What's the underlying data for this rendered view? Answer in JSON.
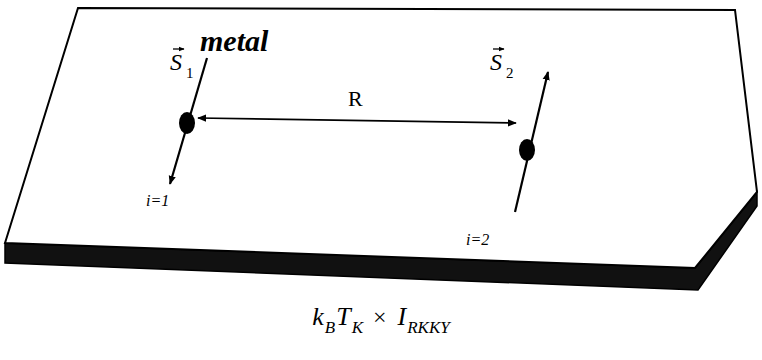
{
  "diagram": {
    "nodes": [
      {
        "text": [
          "metal"
        ]
      }
    ],
    "labels": [
      "S",
      "1",
      "i=1",
      "R",
      "S",
      "2",
      "i=2",
      "k",
      "B",
      "T",
      "K",
      "×",
      "I",
      "RKKY"
    ]
  }
}
